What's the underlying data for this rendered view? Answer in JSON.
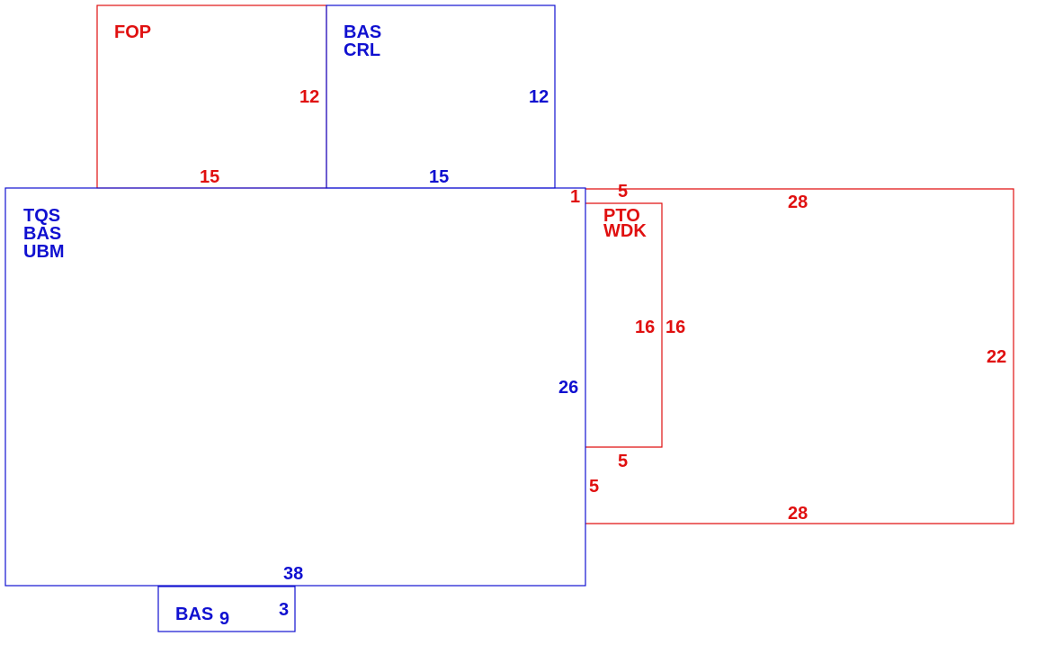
{
  "colors": {
    "red": "#e01010",
    "blue": "#1010d0"
  },
  "areas": {
    "fop": {
      "codes": [
        "FOP"
      ],
      "width": "15",
      "height": "12"
    },
    "bas_crl": {
      "codes": [
        "BAS",
        "CRL"
      ],
      "width": "15",
      "height": "12"
    },
    "main": {
      "codes": [
        "TQS",
        "BAS",
        "UBM"
      ],
      "width": "38",
      "height": "26"
    },
    "red_outer": {
      "width_top": "28",
      "width_bottom": "28",
      "height": "22",
      "gap_top": "1",
      "gap_left": "5"
    },
    "pto": {
      "codes": [
        "PTO",
        "WDK"
      ],
      "width_top": "5",
      "width_bottom": "5",
      "height_left": "16",
      "height_right": "16"
    },
    "small": {
      "code": "BAS",
      "width": "9",
      "height": "3"
    }
  }
}
